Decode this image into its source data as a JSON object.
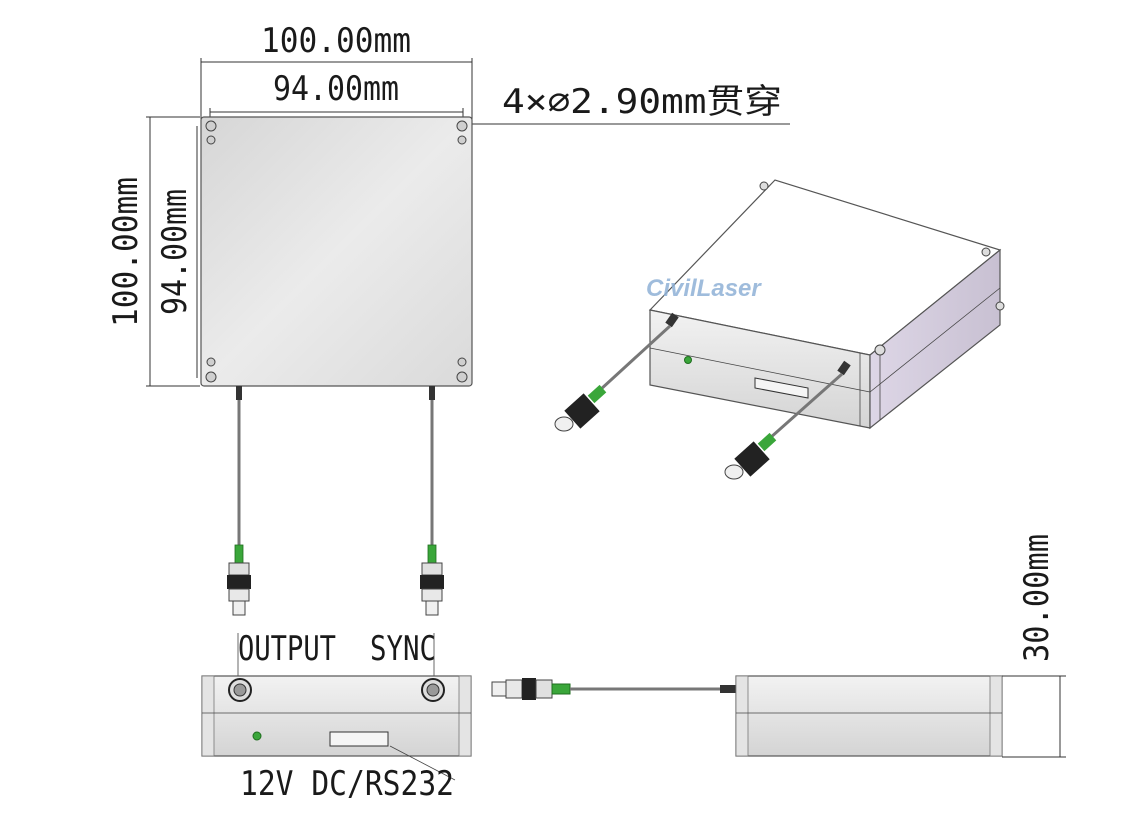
{
  "dimensions": {
    "outer_width": "100.00mm",
    "inner_width": "94.00mm",
    "outer_height": "100.00mm",
    "inner_height": "94.00mm",
    "holes": "4×∅2.90mm贯穿",
    "thickness": "30.00mm"
  },
  "labels": {
    "output": "OUTPUT",
    "sync": "SYNC",
    "power": "12V DC/RS232"
  },
  "watermark": "CivilLaser",
  "colors": {
    "body_fill": "#e6e6e6",
    "panel_fill": "#dcdcdc",
    "connector_green": "#3aa63a",
    "line": "#333333"
  }
}
